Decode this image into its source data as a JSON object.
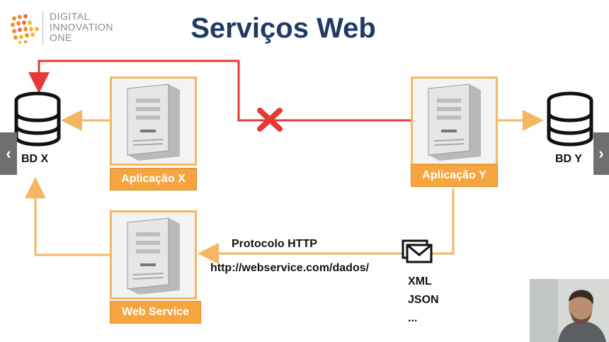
{
  "header": {
    "logo_lines": [
      "DIGITAL",
      "INNOVATION",
      "ONE"
    ],
    "title": "Serviços Web"
  },
  "databases": {
    "left": "BD X",
    "right": "BD Y"
  },
  "apps": {
    "app_x": "Aplicação X",
    "app_y": "Aplicação Y",
    "web_service": "Web Service"
  },
  "protocol": {
    "name": "Protocolo HTTP",
    "url": "http://webservice.com/dados/"
  },
  "formats": [
    "XML",
    "JSON",
    "..."
  ],
  "nav": {
    "prev": "‹",
    "next": "›"
  },
  "colors": {
    "title": "#1f3a63",
    "arrow_orange": "#f5b661",
    "label_orange": "#f5a540",
    "forbidden_red": "#e53935"
  }
}
